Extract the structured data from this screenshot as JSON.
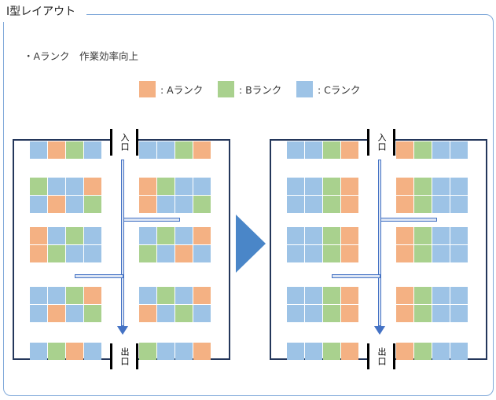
{
  "page": {
    "title": "I型レイアウト"
  },
  "note": {
    "bullet": "・Aランク　作業効率向上"
  },
  "legend": {
    "items": [
      {
        "label": ": Aランク",
        "rank": "A"
      },
      {
        "label": ": Bランク",
        "rank": "B"
      },
      {
        "label": ": Cランク",
        "rank": "C"
      }
    ]
  },
  "colors": {
    "A": "#F4B183",
    "B": "#A9D18E",
    "C": "#9DC3E6",
    "path": "#4472C4",
    "pathFill": "#DCE5F4",
    "arrow": "#4A86C8",
    "frame": "#7FA8D9",
    "diagramBorder": "#24375B"
  },
  "diagrams": [
    {
      "name": "layout-before",
      "entrance": "入口",
      "exit": "出口",
      "rows": [
        {
          "left": [
            [
              "C",
              "A",
              "B",
              "C"
            ]
          ],
          "right": [
            [
              "C",
              "C",
              "B",
              "A"
            ]
          ]
        },
        {
          "left": [
            [
              "B",
              "C",
              "C",
              "A"
            ],
            [
              "C",
              "A",
              "C",
              "B"
            ]
          ],
          "right": [
            [
              "A",
              "B",
              "C",
              "C"
            ],
            [
              "A",
              "C",
              "C",
              "B"
            ]
          ]
        },
        {
          "left": [
            [
              "A",
              "C",
              "B",
              "C"
            ],
            [
              "A",
              "B",
              "C",
              "C"
            ]
          ],
          "right": [
            [
              "C",
              "B",
              "C",
              "A"
            ],
            [
              "B",
              "C",
              "A",
              "C"
            ]
          ]
        },
        {
          "left": [
            [
              "C",
              "C",
              "B",
              "A"
            ],
            [
              "C",
              "A",
              "C",
              "B"
            ]
          ],
          "right": [
            [
              "C",
              "B",
              "C",
              "A"
            ],
            [
              "A",
              "C",
              "B",
              "C"
            ]
          ]
        },
        {
          "left": [
            [
              "C",
              "B",
              "A",
              "C"
            ]
          ],
          "right": [
            [
              "B",
              "C",
              "C",
              "A"
            ]
          ]
        }
      ]
    },
    {
      "name": "layout-after",
      "entrance": "入口",
      "exit": "出口",
      "rows": [
        {
          "left": [
            [
              "C",
              "C",
              "B",
              "A"
            ]
          ],
          "right": [
            [
              "A",
              "B",
              "C",
              "C"
            ]
          ]
        },
        {
          "left": [
            [
              "C",
              "C",
              "B",
              "A"
            ],
            [
              "C",
              "C",
              "B",
              "A"
            ]
          ],
          "right": [
            [
              "A",
              "B",
              "C",
              "C"
            ],
            [
              "A",
              "B",
              "C",
              "C"
            ]
          ]
        },
        {
          "left": [
            [
              "C",
              "C",
              "B",
              "A"
            ],
            [
              "C",
              "C",
              "B",
              "A"
            ]
          ],
          "right": [
            [
              "A",
              "B",
              "C",
              "C"
            ],
            [
              "A",
              "B",
              "C",
              "C"
            ]
          ]
        },
        {
          "left": [
            [
              "C",
              "C",
              "B",
              "A"
            ],
            [
              "C",
              "C",
              "B",
              "A"
            ]
          ],
          "right": [
            [
              "A",
              "B",
              "C",
              "C"
            ],
            [
              "A",
              "B",
              "C",
              "C"
            ]
          ]
        },
        {
          "left": [
            [
              "C",
              "C",
              "B",
              "A"
            ]
          ],
          "right": [
            [
              "A",
              "B",
              "C",
              "C"
            ]
          ]
        }
      ]
    }
  ]
}
